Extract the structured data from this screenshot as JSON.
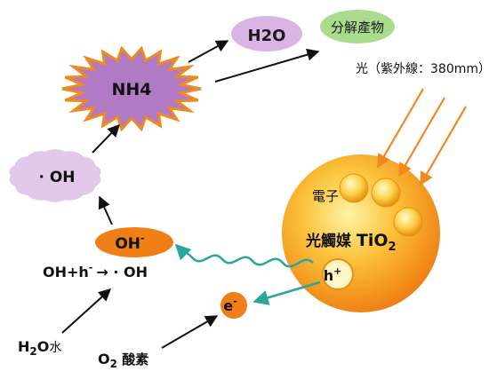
{
  "nodes": {
    "h2o": "H2O",
    "products": "分解產物",
    "nh4": "NH4",
    "oh_radical": "· OH",
    "oh_minus": "OH",
    "oh_minus_sup": "-",
    "reaction_left": "OH+h",
    "reaction_sup": "-",
    "reaction_right": "→ · OH",
    "electron": "e",
    "electron_sup": "-",
    "hole": "h",
    "hole_sup": "+",
    "water_main": "H",
    "water_sub": "2",
    "water_rest": "O",
    "water_suffix": "水",
    "oxygen_main": "O",
    "oxygen_sub": "2",
    "oxygen_suffix": " 酸素"
  },
  "light_label": "光（紫外線：380mm）",
  "sphere": {
    "electron_label": "電子",
    "catalyst_prefix": "光觸媒 ",
    "catalyst_main": "TiO",
    "catalyst_sub": "2"
  },
  "colors": {
    "h2o_bubble": "#d9b4e4",
    "products_bubble": "#a9dc8c",
    "nh4_burst": "#b07ac4",
    "nh4_burst_edge": "#ef8a1f",
    "oh_cloud": "#e2c9ec",
    "orange_accent": "#f07f16",
    "sphere_core": "#f5a623",
    "wave": "#2aa79b"
  }
}
